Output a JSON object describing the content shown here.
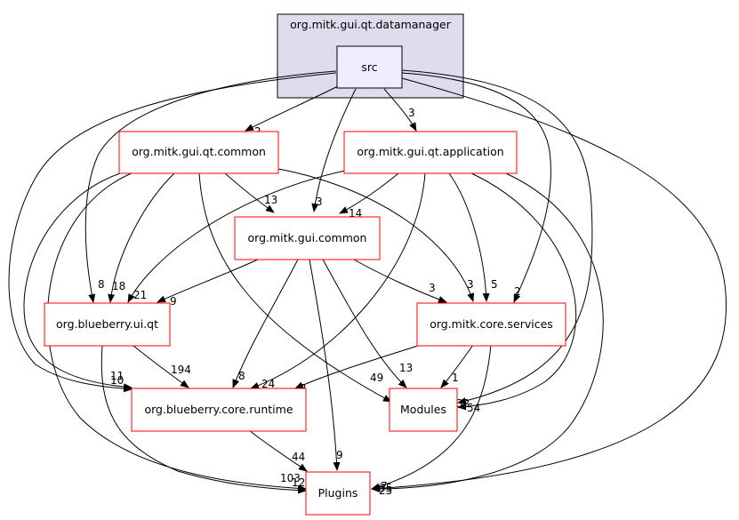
{
  "cluster": {
    "title": "org.mitk.gui.qt.datamanager"
  },
  "nodes": {
    "src": "src",
    "qt_common": "org.mitk.gui.qt.common",
    "qt_application": "org.mitk.gui.qt.application",
    "gui_common": "org.mitk.gui.common",
    "blueberry_ui_qt": "org.blueberry.ui.qt",
    "core_services": "org.mitk.core.services",
    "blueberry_runtime": "org.blueberry.core.runtime",
    "modules": "Modules",
    "plugins": "Plugins"
  },
  "edge_labels": {
    "src_qtcommon": "2",
    "src_qtapp": "3",
    "src_guicommon": "3",
    "src_coreservices": "2",
    "src_uiqt": "8",
    "src_runtime": "10",
    "src_modules": "32",
    "src_plugins": "25",
    "qtcommon_guicommon": "13",
    "qtcommon_uiqt": "18",
    "qtcommon_coreservices": "3",
    "qtcommon_runtime": "11",
    "qtcommon_modules": "49",
    "qtcommon_plugins": "103",
    "qtapp_guicommon": "14",
    "qtapp_uiqt": "21",
    "qtapp_coreservices": "5",
    "qtapp_runtime": "24",
    "qtapp_modules": "54",
    "qtapp_plugins": "35",
    "guicommon_uiqt": "9",
    "guicommon_coreservices": "3",
    "guicommon_runtime": "8",
    "guicommon_modules": "13",
    "guicommon_plugins": "9",
    "uiqt_runtime": "194",
    "uiqt_plugins": "12",
    "coreservices_runtime": "2",
    "coreservices_modules": "1",
    "coreservices_plugins": "7",
    "runtime_plugins": "44"
  }
}
